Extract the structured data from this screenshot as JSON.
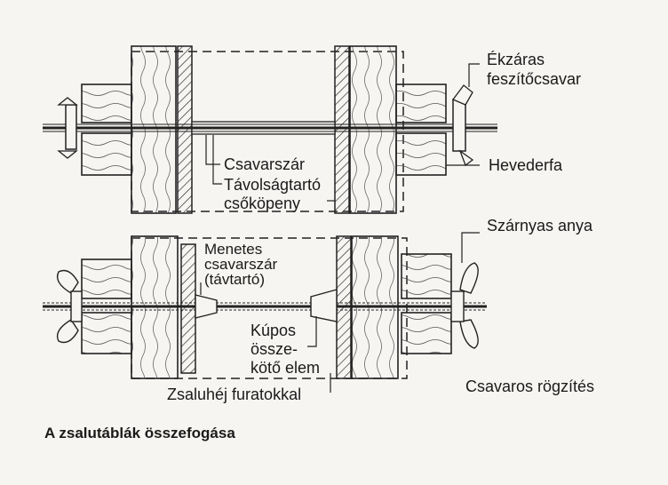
{
  "labels": {
    "ekzaras": "Ékzáras\nfeszítőcsavar",
    "csavarszar": "Csavarszár",
    "tavolsagtarto": "Távolságtartó\ncsőköpeny",
    "hevederfa": "Hevederfa",
    "menetes": "Menetes\ncsavarszár\n(távtartó)",
    "szarnyas": "Szárnyas anya",
    "kupos": "Kúpos\nössze-\nkötő elem",
    "zsaluhej": "Zsaluhéj furatokkal",
    "csavaros": "Csavaros rögzítés"
  },
  "caption": "A zsalutáblák összefogása"
}
